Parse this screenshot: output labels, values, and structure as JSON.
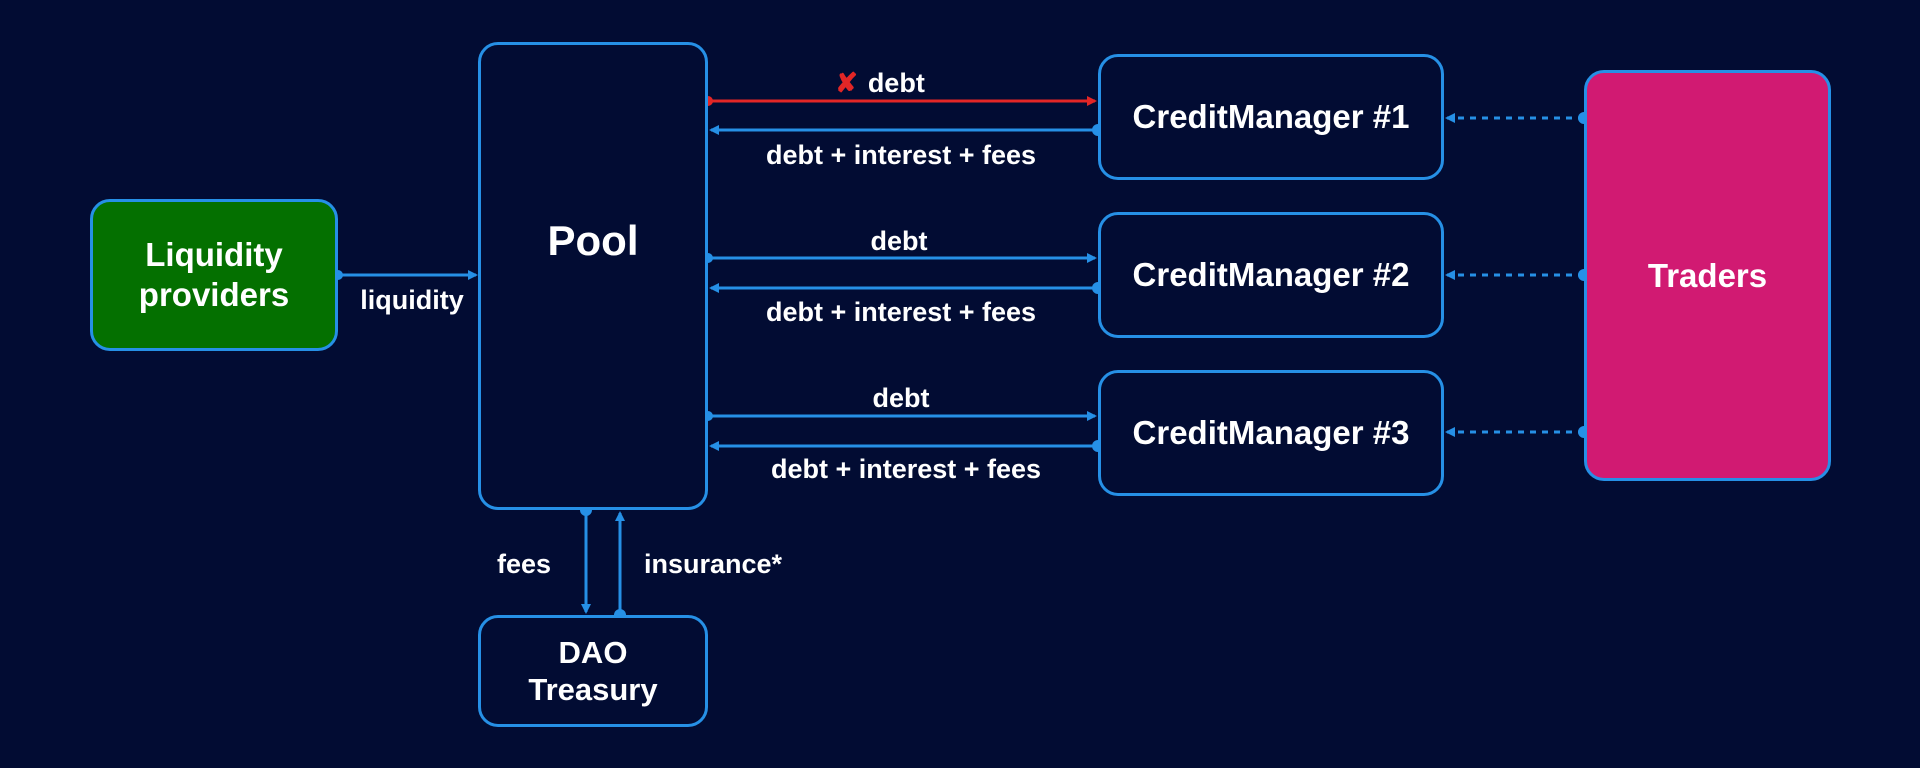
{
  "nodes": {
    "liquidity_providers": {
      "line1": "Liquidity",
      "line2": "providers"
    },
    "pool": {
      "label": "Pool"
    },
    "dao_treasury": {
      "line1": "DAO",
      "line2": "Treasury"
    },
    "credit_manager_1": {
      "label": "CreditManager #1"
    },
    "credit_manager_2": {
      "label": "CreditManager #2"
    },
    "credit_manager_3": {
      "label": "CreditManager #3"
    },
    "traders": {
      "label": "Traders"
    }
  },
  "edges": {
    "liquidity": "liquidity",
    "cm1_debt": "debt",
    "cm1_debt_status_icon": "cross-mark-icon",
    "cm1_repay": "debt + interest + fees",
    "cm2_debt": "debt",
    "cm2_repay": "debt + interest + fees",
    "cm3_debt": "debt",
    "cm3_repay": "debt + interest + fees",
    "fees": "fees",
    "insurance": "insurance*"
  },
  "colors": {
    "background": "#020c33",
    "edge": "#2690e6",
    "blocked_edge": "#e32626",
    "liquidity_providers": "#047000",
    "traders": "#d11a72",
    "text": "#ffffff"
  }
}
